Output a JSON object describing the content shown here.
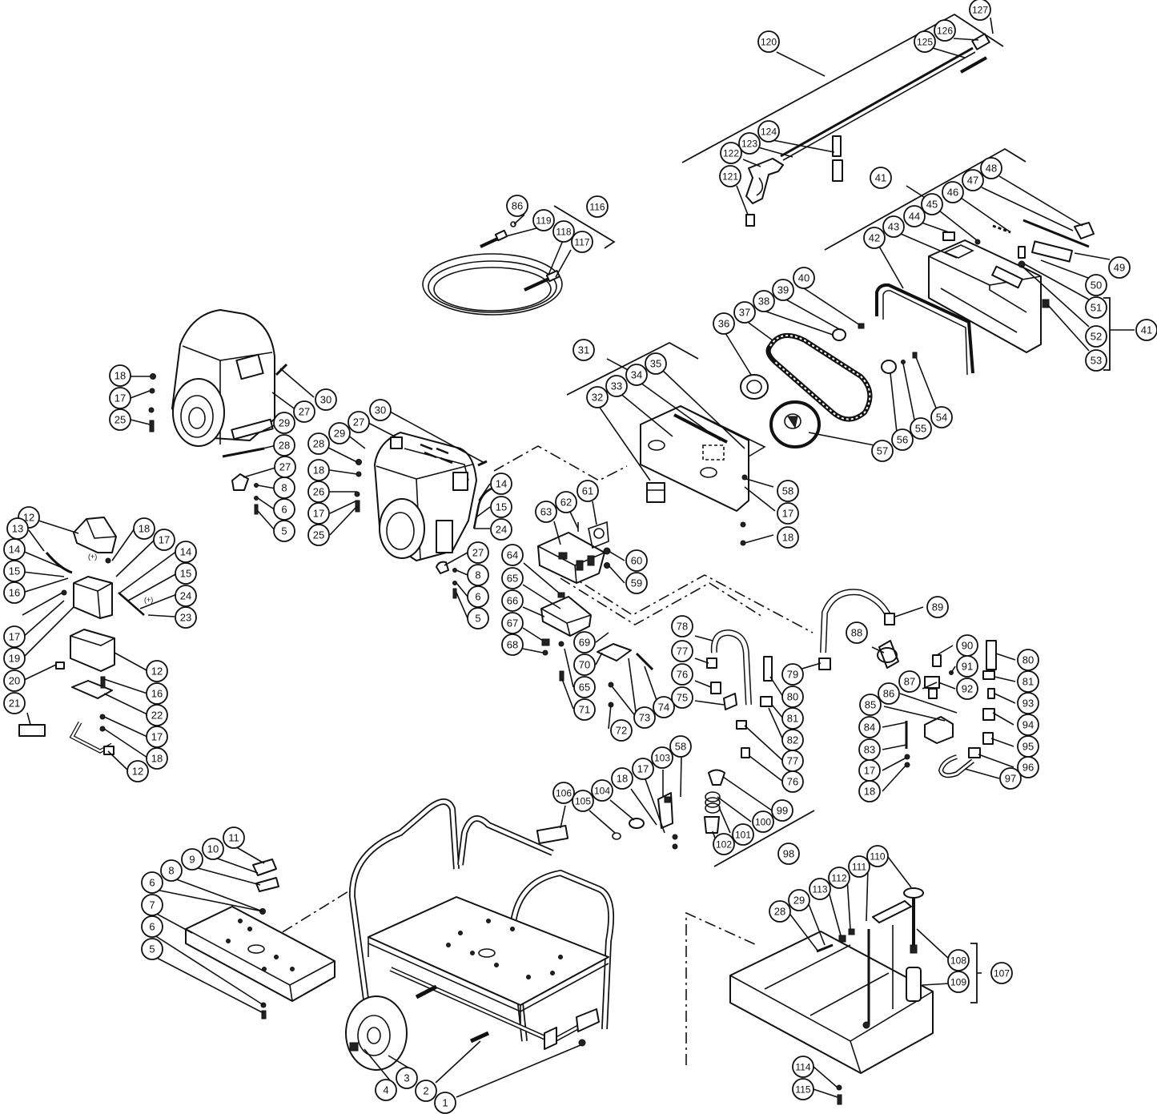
{
  "callouts": [
    {
      "label": "127"
    },
    {
      "label": "126"
    },
    {
      "label": "125"
    },
    {
      "label": "120"
    },
    {
      "label": "124"
    },
    {
      "label": "123"
    },
    {
      "label": "122"
    },
    {
      "label": "121"
    },
    {
      "label": "116"
    },
    {
      "label": "86"
    },
    {
      "label": "119"
    },
    {
      "label": "118"
    },
    {
      "label": "117"
    },
    {
      "label": "41"
    },
    {
      "label": "48"
    },
    {
      "label": "47"
    },
    {
      "label": "46"
    },
    {
      "label": "45"
    },
    {
      "label": "44"
    },
    {
      "label": "43"
    },
    {
      "label": "42"
    },
    {
      "label": "49"
    },
    {
      "label": "50"
    },
    {
      "label": "51"
    },
    {
      "label": "52"
    },
    {
      "label": "53"
    },
    {
      "label": "41"
    },
    {
      "label": "40"
    },
    {
      "label": "39"
    },
    {
      "label": "38"
    },
    {
      "label": "37"
    },
    {
      "label": "36"
    },
    {
      "label": "31"
    },
    {
      "label": "32"
    },
    {
      "label": "33"
    },
    {
      "label": "34"
    },
    {
      "label": "35"
    },
    {
      "label": "54"
    },
    {
      "label": "55"
    },
    {
      "label": "56"
    },
    {
      "label": "57"
    },
    {
      "label": "58"
    },
    {
      "label": "17"
    },
    {
      "label": "18"
    },
    {
      "label": "18"
    },
    {
      "label": "17"
    },
    {
      "label": "25"
    },
    {
      "label": "30"
    },
    {
      "label": "27"
    },
    {
      "label": "29"
    },
    {
      "label": "28"
    },
    {
      "label": "27"
    },
    {
      "label": "8"
    },
    {
      "label": "6"
    },
    {
      "label": "5"
    },
    {
      "label": "28"
    },
    {
      "label": "29"
    },
    {
      "label": "27"
    },
    {
      "label": "30"
    },
    {
      "label": "18"
    },
    {
      "label": "26"
    },
    {
      "label": "17"
    },
    {
      "label": "25"
    },
    {
      "label": "14"
    },
    {
      "label": "15"
    },
    {
      "label": "24"
    },
    {
      "label": "27"
    },
    {
      "label": "8"
    },
    {
      "label": "6"
    },
    {
      "label": "5"
    },
    {
      "label": "12"
    },
    {
      "label": "13"
    },
    {
      "label": "18"
    },
    {
      "label": "17"
    },
    {
      "label": "14"
    },
    {
      "label": "15"
    },
    {
      "label": "14"
    },
    {
      "label": "15"
    },
    {
      "label": "16"
    },
    {
      "label": "24"
    },
    {
      "label": "23"
    },
    {
      "label": "17"
    },
    {
      "label": "19"
    },
    {
      "label": "20"
    },
    {
      "label": "12"
    },
    {
      "label": "16"
    },
    {
      "label": "22"
    },
    {
      "label": "21"
    },
    {
      "label": "17"
    },
    {
      "label": "18"
    },
    {
      "label": "12"
    },
    {
      "label": "63"
    },
    {
      "label": "62"
    },
    {
      "label": "61"
    },
    {
      "label": "60"
    },
    {
      "label": "59"
    },
    {
      "label": "64"
    },
    {
      "label": "65"
    },
    {
      "label": "66"
    },
    {
      "label": "67"
    },
    {
      "label": "68"
    },
    {
      "label": "69"
    },
    {
      "label": "70"
    },
    {
      "label": "65"
    },
    {
      "label": "71"
    },
    {
      "label": "72"
    },
    {
      "label": "73"
    },
    {
      "label": "74"
    },
    {
      "label": "78"
    },
    {
      "label": "77"
    },
    {
      "label": "76"
    },
    {
      "label": "75"
    },
    {
      "label": "79"
    },
    {
      "label": "80"
    },
    {
      "label": "81"
    },
    {
      "label": "82"
    },
    {
      "label": "77"
    },
    {
      "label": "76"
    },
    {
      "label": "89"
    },
    {
      "label": "88"
    },
    {
      "label": "90"
    },
    {
      "label": "91"
    },
    {
      "label": "87"
    },
    {
      "label": "92"
    },
    {
      "label": "80"
    },
    {
      "label": "81"
    },
    {
      "label": "93"
    },
    {
      "label": "86"
    },
    {
      "label": "85"
    },
    {
      "label": "94"
    },
    {
      "label": "84"
    },
    {
      "label": "83"
    },
    {
      "label": "95"
    },
    {
      "label": "17"
    },
    {
      "label": "96"
    },
    {
      "label": "18"
    },
    {
      "label": "97"
    },
    {
      "label": "106"
    },
    {
      "label": "105"
    },
    {
      "label": "104"
    },
    {
      "label": "18"
    },
    {
      "label": "17"
    },
    {
      "label": "103"
    },
    {
      "label": "58"
    },
    {
      "label": "99"
    },
    {
      "label": "100"
    },
    {
      "label": "101"
    },
    {
      "label": "102"
    },
    {
      "label": "98"
    },
    {
      "label": "11"
    },
    {
      "label": "10"
    },
    {
      "label": "9"
    },
    {
      "label": "8"
    },
    {
      "label": "6"
    },
    {
      "label": "7"
    },
    {
      "label": "6"
    },
    {
      "label": "5"
    },
    {
      "label": "4"
    },
    {
      "label": "3"
    },
    {
      "label": "2"
    },
    {
      "label": "1"
    },
    {
      "label": "110"
    },
    {
      "label": "111"
    },
    {
      "label": "112"
    },
    {
      "label": "113"
    },
    {
      "label": "29"
    },
    {
      "label": "28"
    },
    {
      "label": "108"
    },
    {
      "label": "107"
    },
    {
      "label": "109"
    },
    {
      "label": "114"
    },
    {
      "label": "115"
    }
  ],
  "battery_polarity": [
    "(+)",
    "(+)"
  ]
}
